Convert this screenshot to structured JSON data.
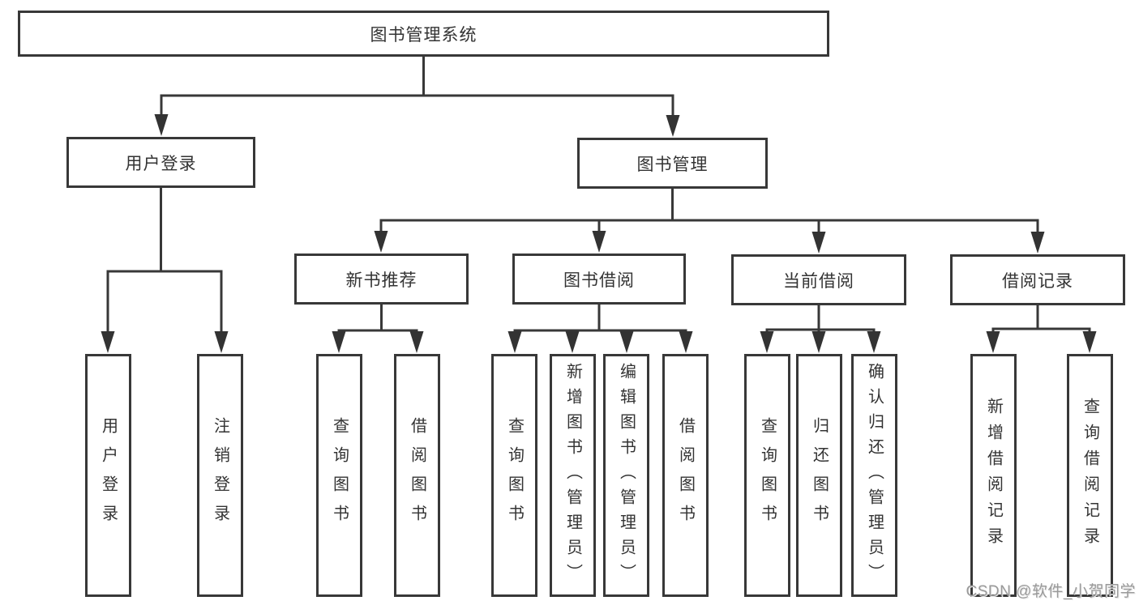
{
  "colors": {
    "line": "#383838",
    "box_border": "#383838",
    "text": "#333333",
    "background": "#ffffff",
    "watermark": "#9a9a9a"
  },
  "watermark": {
    "text": "CSDN @软件_小贺同学"
  },
  "tree": {
    "label": "图书管理系统",
    "children": [
      {
        "label": "用户登录",
        "children": [
          {
            "label": "用户登录"
          },
          {
            "label": "注销登录"
          }
        ]
      },
      {
        "label": "图书管理",
        "children": [
          {
            "label": "新书推荐",
            "children": [
              {
                "label": "查询图书"
              },
              {
                "label": "借阅图书"
              }
            ]
          },
          {
            "label": "图书借阅",
            "children": [
              {
                "label": "查询图书"
              },
              {
                "label": "新增图书（管理员）"
              },
              {
                "label": "编辑图书（管理员）"
              },
              {
                "label": "借阅图书"
              }
            ]
          },
          {
            "label": "当前借阅",
            "children": [
              {
                "label": "查询图书"
              },
              {
                "label": "归还图书"
              },
              {
                "label": "确认归还（管理员）"
              }
            ]
          },
          {
            "label": "借阅记录",
            "children": [
              {
                "label": "新增借阅记录"
              },
              {
                "label": "查询借阅记录"
              }
            ]
          }
        ]
      }
    ]
  }
}
